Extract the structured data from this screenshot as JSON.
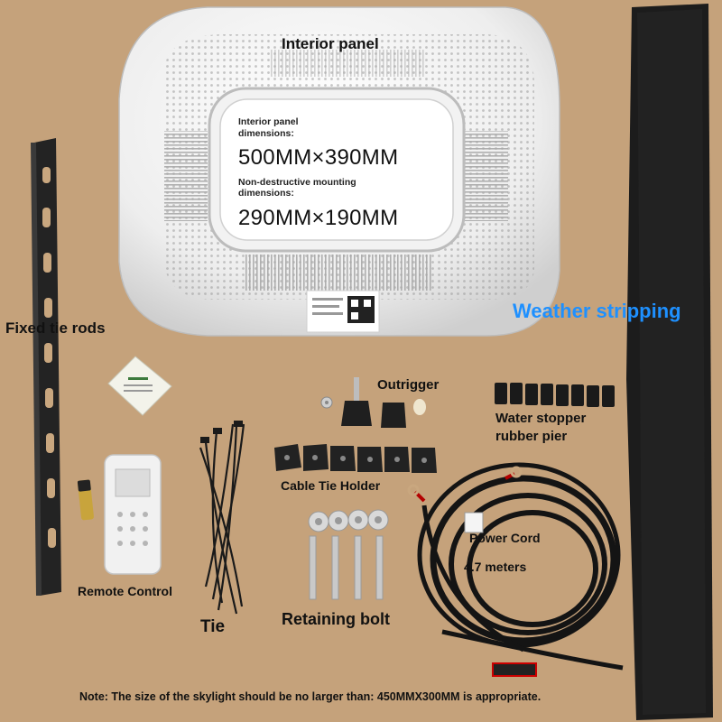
{
  "labels": {
    "interior_panel": "Interior panel",
    "dim_label_1a": "Interior panel",
    "dim_label_1b": "dimensions:",
    "dim_value_1": "500MM×390MM",
    "dim_label_2a": "Non-destructive mounting",
    "dim_label_2b": "dimensions:",
    "dim_value_2": "290MM×190MM",
    "weather_stripping": "Weather stripping",
    "fixed_tie_rods": "Fixed tie rods",
    "outrigger": "Outrigger",
    "water_stopper_1": "Water stopper",
    "water_stopper_2": "rubber pier",
    "cable_tie_holder": "Cable Tie Holder",
    "power_cord": "Power Cord",
    "length": "4.7 meters",
    "remote_control": "Remote Control",
    "tie": "Tie",
    "retaining_bolt": "Retaining bolt",
    "note": "Note: The size of the skylight should be no larger than: 450MMX300MM is appropriate."
  },
  "colors": {
    "background": "#c9a77f",
    "accent_blue": "#1e90ff",
    "rubber": "#1c1c1c",
    "panel": "#f4f4f4"
  }
}
